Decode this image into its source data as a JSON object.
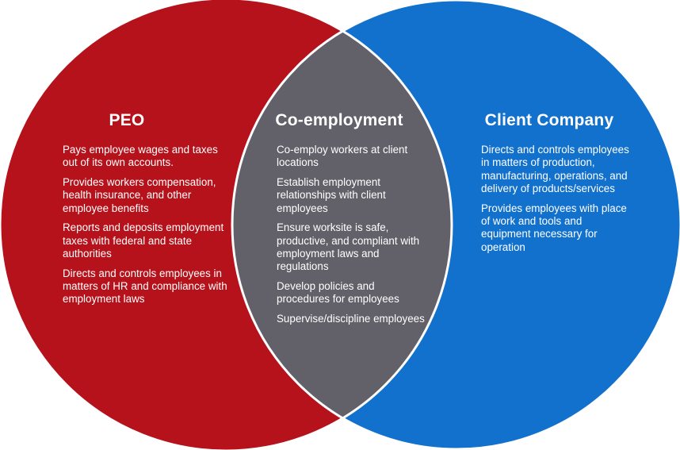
{
  "colors": {
    "peo": "#b5121b",
    "client": "#1271cc",
    "overlap": "#626169",
    "outline": "#ffffff"
  },
  "peo": {
    "title": "PEO",
    "items": [
      "Pays employee wages and taxes out of its own accounts.",
      "Provides workers compensation, health insurance, and other employee benefits",
      "Reports and deposits employment taxes with federal and state authorities",
      "Directs and controls employees in matters of HR and compliance with employment laws"
    ]
  },
  "co_employment": {
    "title": "Co-employment",
    "items": [
      "Co-employ workers at client locations",
      "Establish employment relationships with client employees",
      "Ensure worksite is safe, productive, and compliant with employment laws and regulations",
      "Develop policies and procedures for employees",
      "Supervise/discipline employees"
    ]
  },
  "client_company": {
    "title": "Client Company",
    "items": [
      "Directs and controls employees in matters of production, manufacturing, operations, and delivery of products/services",
      "Provides employees with place of work and tools and equipment necessary for operation"
    ]
  }
}
